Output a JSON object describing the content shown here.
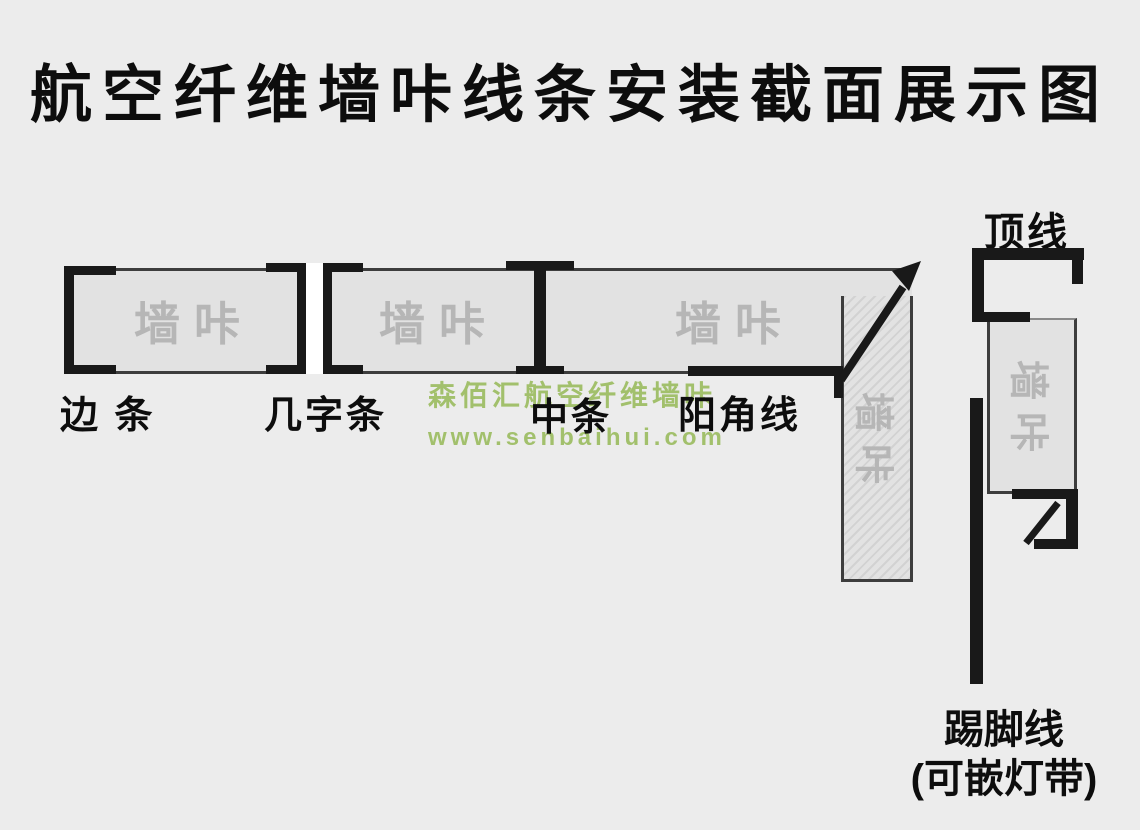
{
  "title": "航空纤维墙咔线条安装截面展示图",
  "watermark": {
    "brand": "森佰汇航空纤维墙咔",
    "url": "www.senbaihui.com"
  },
  "panel": {
    "watermark_text": "墙咔"
  },
  "labels": {
    "edge_strip": "边 条",
    "ji_strip": "几字条",
    "middle_strip": "中条",
    "outer_corner": "阳角线",
    "ceiling_line": "顶线",
    "skirting_line": "踢脚线",
    "skirting_note": "(可嵌灯带)"
  },
  "colors": {
    "page_bg": "#ececec",
    "trim": "#191919",
    "panel_fill": "#e2e2e2",
    "panel_text": "#b6b6b6",
    "label_text": "#0d0d0d",
    "watermark_green": "#9cbd62"
  }
}
